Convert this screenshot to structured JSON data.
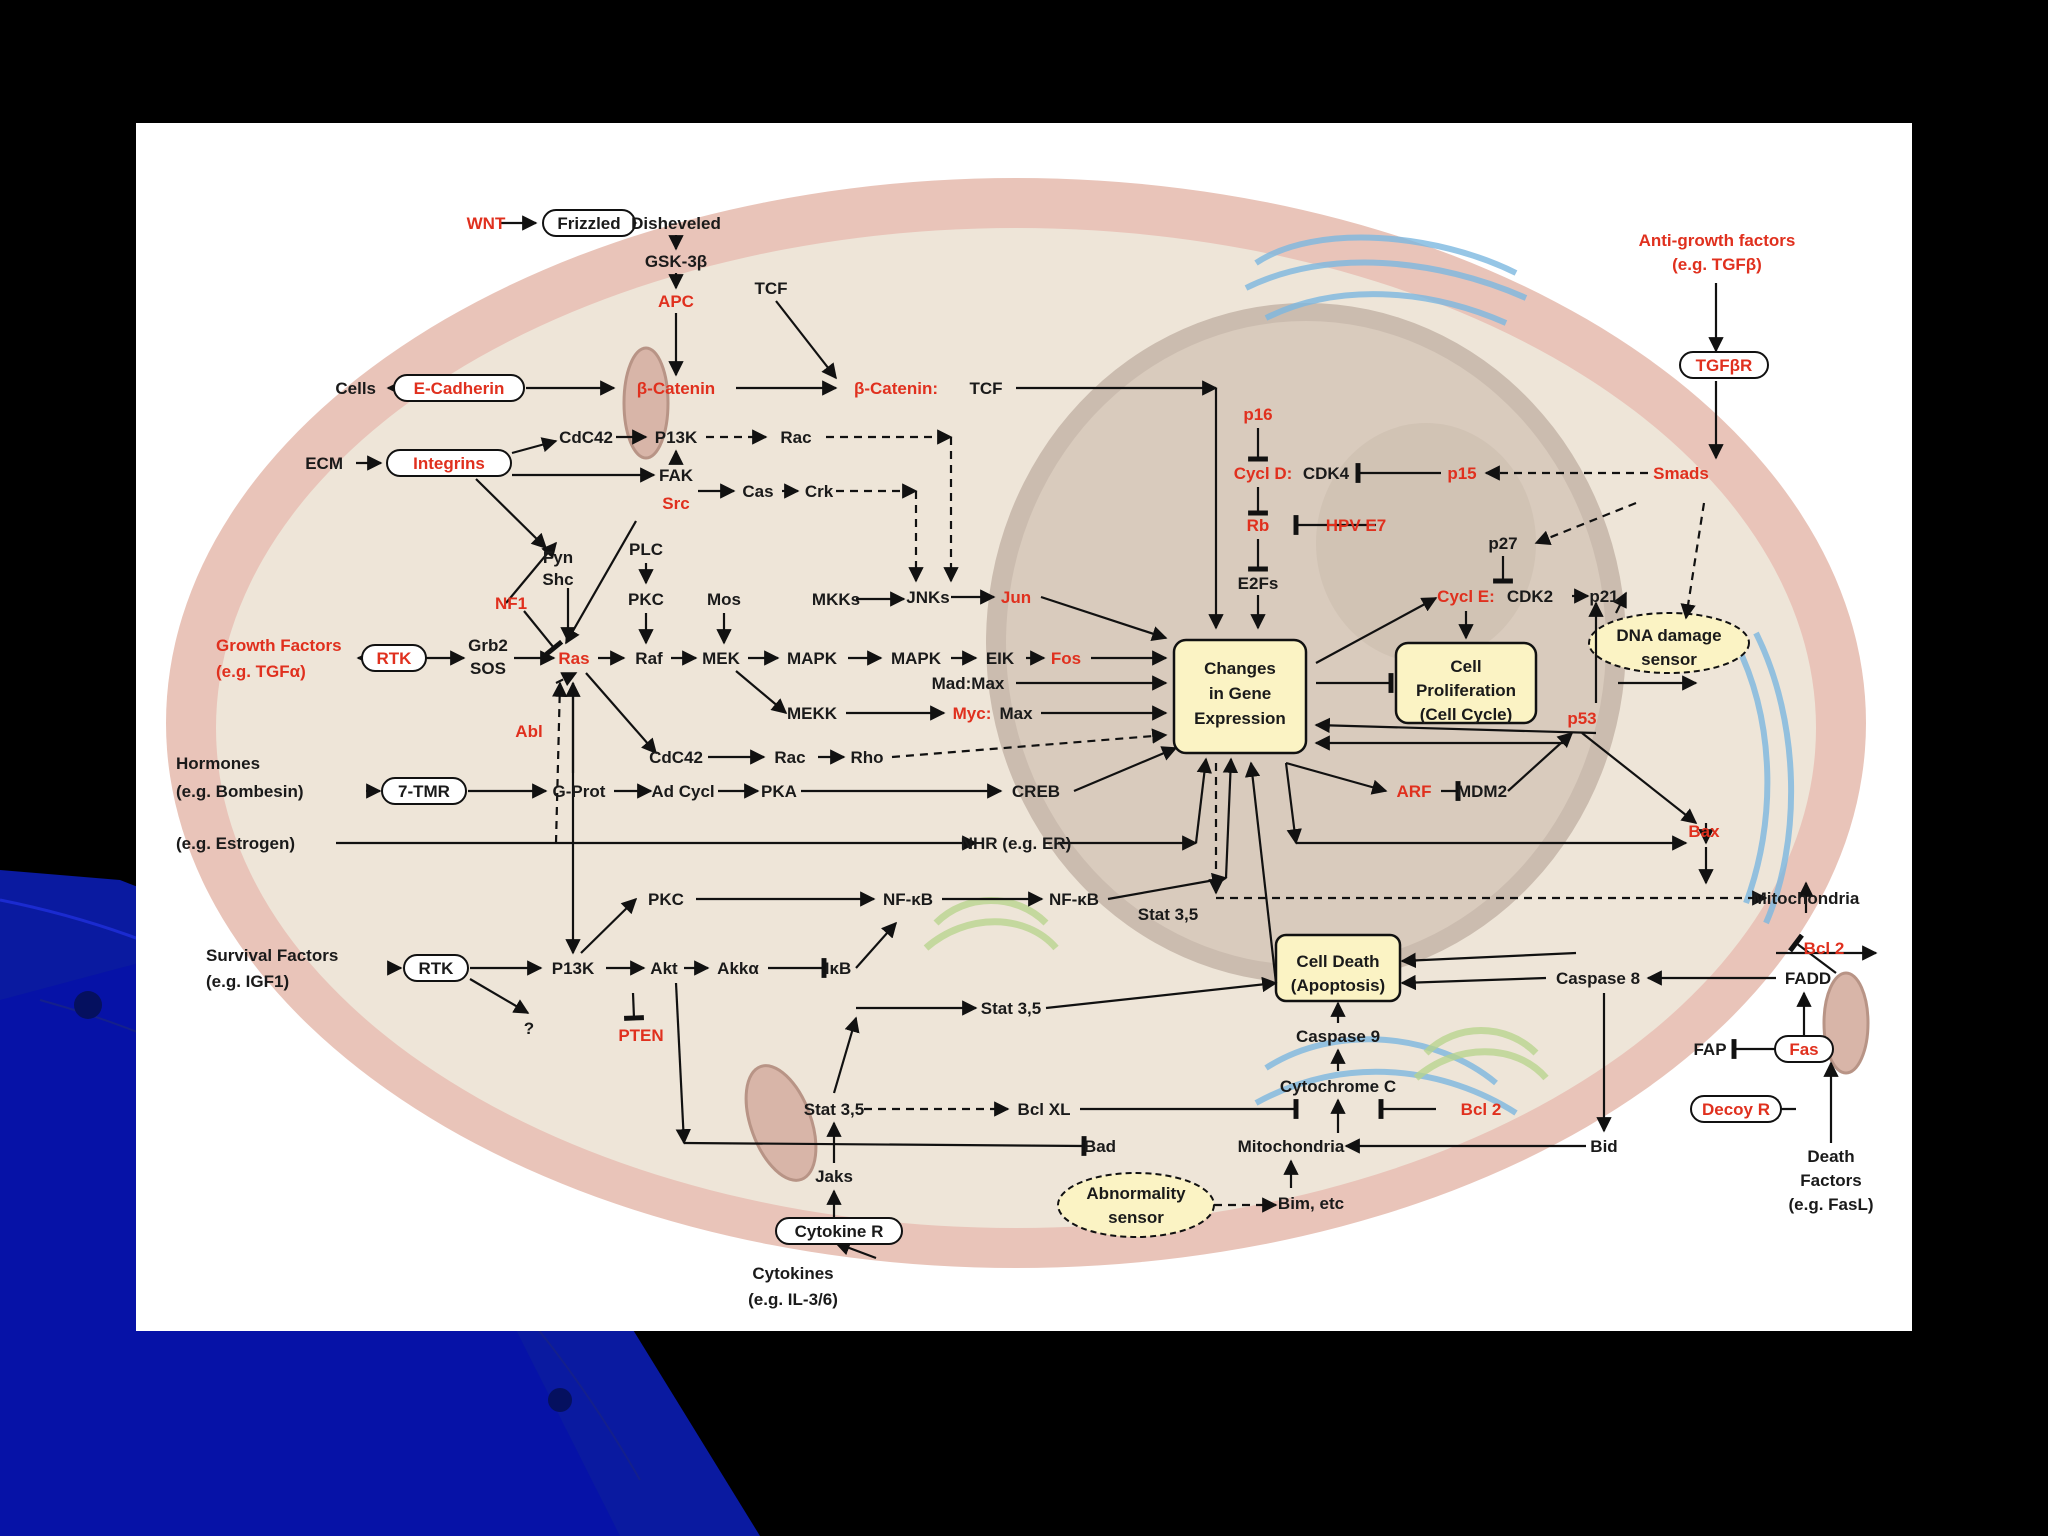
{
  "theme": {
    "background": "#000000",
    "accent_blue": "#0a1aa0",
    "cell_membrane": "#e9c4b9",
    "cytoplasm": "#eee5d8",
    "nucleus": "#d9cbbd",
    "label_red": "#e0301e",
    "label_dark": "#1a1a1a",
    "highlight_box": "#fbf3c4"
  },
  "nodes": [
    {
      "id": "wnt",
      "text": "WNT",
      "color": "red"
    },
    {
      "id": "frizzled",
      "text": "Frizzled",
      "box": "pill"
    },
    {
      "id": "disheveled",
      "text": "Disheveled"
    },
    {
      "id": "gsk3b",
      "text": "GSK-3β"
    },
    {
      "id": "apc",
      "text": "APC",
      "color": "red"
    },
    {
      "id": "tcf",
      "text": "TCF"
    },
    {
      "id": "cells",
      "text": "Cells"
    },
    {
      "id": "ecadherin",
      "text": "E-Cadherin",
      "color": "red",
      "box": "pill"
    },
    {
      "id": "bcatenin",
      "text": "β-Catenin",
      "color": "red"
    },
    {
      "id": "bcatenin_tcf_a",
      "text": "β-Catenin:",
      "color": "red"
    },
    {
      "id": "bcatenin_tcf_b",
      "text": "TCF"
    },
    {
      "id": "ecm",
      "text": "ECM"
    },
    {
      "id": "integrins",
      "text": "Integrins",
      "color": "red",
      "box": "pill"
    },
    {
      "id": "cdc42_top",
      "text": "CdC42"
    },
    {
      "id": "pi3k_top",
      "text": "P13K"
    },
    {
      "id": "rac_top",
      "text": "Rac"
    },
    {
      "id": "fak",
      "text": "FAK"
    },
    {
      "id": "src",
      "text": "Src",
      "color": "red"
    },
    {
      "id": "cas",
      "text": "Cas"
    },
    {
      "id": "crk",
      "text": "Crk"
    },
    {
      "id": "fyn",
      "text": "Fyn"
    },
    {
      "id": "shc",
      "text": "Shc"
    },
    {
      "id": "plc",
      "text": "PLC"
    },
    {
      "id": "pkc_mid",
      "text": "PKC"
    },
    {
      "id": "mos",
      "text": "Mos"
    },
    {
      "id": "mkks",
      "text": "MKKs"
    },
    {
      "id": "jnks",
      "text": "JNKs"
    },
    {
      "id": "jun",
      "text": "Jun",
      "color": "red"
    },
    {
      "id": "nf1",
      "text": "NF1",
      "color": "red"
    },
    {
      "id": "gf1",
      "text": "Growth Factors",
      "color": "red"
    },
    {
      "id": "gf2",
      "text": "(e.g. TGFα)",
      "color": "red"
    },
    {
      "id": "rtk1",
      "text": "RTK",
      "color": "red",
      "box": "pill"
    },
    {
      "id": "grb2",
      "text": "Grb2"
    },
    {
      "id": "sos",
      "text": "SOS"
    },
    {
      "id": "ras",
      "text": "Ras",
      "color": "red"
    },
    {
      "id": "raf",
      "text": "Raf"
    },
    {
      "id": "mek",
      "text": "MEK"
    },
    {
      "id": "mapk1",
      "text": "MAPK"
    },
    {
      "id": "mapk2",
      "text": "MAPK"
    },
    {
      "id": "elk",
      "text": "EIK"
    },
    {
      "id": "fos",
      "text": "Fos",
      "color": "red"
    },
    {
      "id": "madmax",
      "text": "Mad:Max"
    },
    {
      "id": "mekk",
      "text": "MEKK"
    },
    {
      "id": "myc_a",
      "text": "Myc:",
      "color": "red"
    },
    {
      "id": "myc_b",
      "text": "Max"
    },
    {
      "id": "abl",
      "text": "Abl",
      "color": "red"
    },
    {
      "id": "cdc42_b",
      "text": "CdC42"
    },
    {
      "id": "rac_b",
      "text": "Rac"
    },
    {
      "id": "rho",
      "text": "Rho"
    },
    {
      "id": "hormones",
      "text": "Hormones"
    },
    {
      "id": "bombesin",
      "text": "(e.g. Bombesin)"
    },
    {
      "id": "tmr",
      "text": "7-TMR",
      "box": "pill"
    },
    {
      "id": "gprot",
      "text": "G-Prot"
    },
    {
      "id": "adcycl",
      "text": "Ad Cycl"
    },
    {
      "id": "pka",
      "text": "PKA"
    },
    {
      "id": "creb",
      "text": "CREB"
    },
    {
      "id": "estrogen",
      "text": "(e.g. Estrogen)"
    },
    {
      "id": "nhr",
      "text": "NHR (e.g. ER)"
    },
    {
      "id": "pkc_low",
      "text": "PKC"
    },
    {
      "id": "nfkb1",
      "text": "NF-κB"
    },
    {
      "id": "nfkb2",
      "text": "NF-κB"
    },
    {
      "id": "sf1",
      "text": "Survival Factors"
    },
    {
      "id": "sf2",
      "text": "(e.g. IGF1)"
    },
    {
      "id": "rtk2",
      "text": "RTK",
      "box": "pill"
    },
    {
      "id": "pi3k_low",
      "text": "P13K"
    },
    {
      "id": "akt",
      "text": "Akt"
    },
    {
      "id": "akka",
      "text": "Akkα"
    },
    {
      "id": "ikb",
      "text": "IκB"
    },
    {
      "id": "qmark",
      "text": "?"
    },
    {
      "id": "pten",
      "text": "PTEN",
      "color": "red"
    },
    {
      "id": "stat35_a",
      "text": "Stat 3,5"
    },
    {
      "id": "stat35_b",
      "text": "Stat 3,5"
    },
    {
      "id": "stat35_c",
      "text": "Stat 3,5"
    },
    {
      "id": "bclxl",
      "text": "Bcl XL"
    },
    {
      "id": "bad",
      "text": "Bad"
    },
    {
      "id": "jaks",
      "text": "Jaks"
    },
    {
      "id": "cytokiner",
      "text": "Cytokine R",
      "box": "pill"
    },
    {
      "id": "cyto1",
      "text": "Cytokines"
    },
    {
      "id": "cyto2",
      "text": "(e.g. IL-3/6)"
    },
    {
      "id": "abnorm1",
      "text": "Abnormality"
    },
    {
      "id": "abnorm2",
      "text": "sensor"
    },
    {
      "id": "bim",
      "text": "Bim, etc"
    },
    {
      "id": "mito_low",
      "text": "Mitochondria"
    },
    {
      "id": "cytc",
      "text": "Cytochrome C"
    },
    {
      "id": "casp9",
      "text": "Caspase 9"
    },
    {
      "id": "bcl2_low",
      "text": "Bcl 2",
      "color": "red"
    },
    {
      "id": "bid",
      "text": "Bid"
    },
    {
      "id": "celldeath1",
      "text": "Cell Death"
    },
    {
      "id": "celldeath2",
      "text": "(Apoptosis)"
    },
    {
      "id": "casp8",
      "text": "Caspase 8"
    },
    {
      "id": "fadd",
      "text": "FADD"
    },
    {
      "id": "bcl2_hi",
      "text": "Bcl 2",
      "color": "red"
    },
    {
      "id": "mito_hi",
      "text": "Mitochondria"
    },
    {
      "id": "bax",
      "text": "Bax",
      "color": "red"
    },
    {
      "id": "fap",
      "text": "FAP"
    },
    {
      "id": "fas",
      "text": "Fas",
      "color": "red",
      "box": "pill"
    },
    {
      "id": "decoyr",
      "text": "Decoy R",
      "color": "red",
      "box": "pill"
    },
    {
      "id": "df1",
      "text": "Death"
    },
    {
      "id": "df2",
      "text": "Factors"
    },
    {
      "id": "df3",
      "text": "(e.g. FasL)"
    },
    {
      "id": "gene1",
      "text": "Changes"
    },
    {
      "id": "gene2",
      "text": "in Gene"
    },
    {
      "id": "gene3",
      "text": "Expression"
    },
    {
      "id": "prolif1",
      "text": "Cell"
    },
    {
      "id": "prolif2",
      "text": "Proliferation"
    },
    {
      "id": "prolif3",
      "text": "(Cell Cycle)"
    },
    {
      "id": "p16",
      "text": "p16",
      "color": "red"
    },
    {
      "id": "cycld_a",
      "text": "Cycl D:",
      "color": "red"
    },
    {
      "id": "cycld_b",
      "text": "CDK4"
    },
    {
      "id": "p15",
      "text": "p15",
      "color": "red"
    },
    {
      "id": "smads",
      "text": "Smads",
      "color": "red"
    },
    {
      "id": "rb",
      "text": "Rb",
      "color": "red"
    },
    {
      "id": "hpve7",
      "text": "HPV E7",
      "color": "red"
    },
    {
      "id": "e2fs",
      "text": "E2Fs"
    },
    {
      "id": "p27",
      "text": "p27"
    },
    {
      "id": "cycle_a",
      "text": "Cycl E:",
      "color": "red"
    },
    {
      "id": "cycle_b",
      "text": "CDK2"
    },
    {
      "id": "p21",
      "text": "p21"
    },
    {
      "id": "dna1",
      "text": "DNA damage"
    },
    {
      "id": "dna2",
      "text": "sensor"
    },
    {
      "id": "p53",
      "text": "p53",
      "color": "red"
    },
    {
      "id": "arf",
      "text": "ARF",
      "color": "red"
    },
    {
      "id": "mdm2",
      "text": "MDM2"
    },
    {
      "id": "agf1",
      "text": "Anti-growth factors",
      "color": "red"
    },
    {
      "id": "agf2",
      "text": "(e.g. TGFβ)",
      "color": "red"
    },
    {
      "id": "tgfbr",
      "text": "TGFβR",
      "color": "red",
      "box": "pill"
    }
  ]
}
